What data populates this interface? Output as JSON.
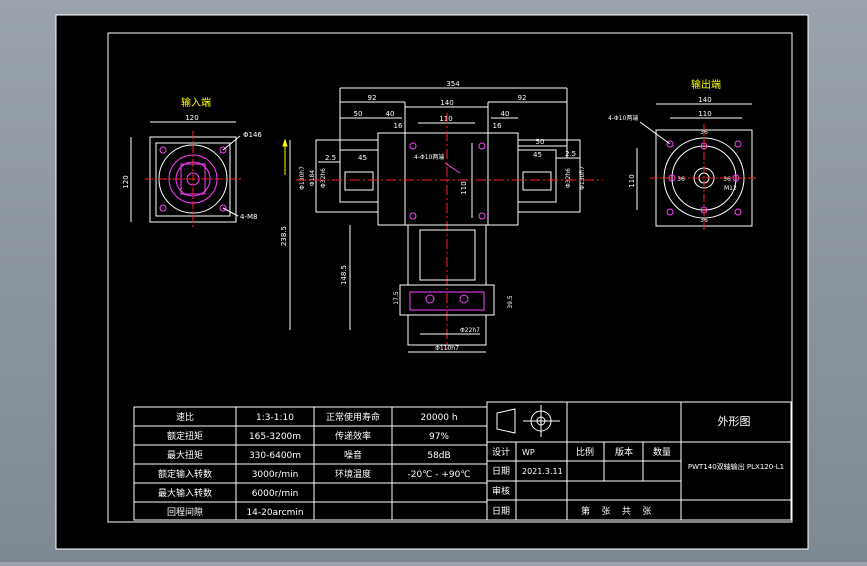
{
  "views": {
    "input": {
      "title": "输入端",
      "width": "120",
      "height": "120",
      "hole_circle": "Φ146",
      "holes": "4-M8"
    },
    "output": {
      "title": "输出端",
      "width": "140",
      "inner": "110",
      "height": "110",
      "holes": "4-Φ10两端",
      "thread": "M12",
      "hole_labels": [
        "36",
        "36",
        "36",
        "36"
      ]
    },
    "main": {
      "overall": "354",
      "dim_92_left": "92",
      "dim_140": "140",
      "dim_92_right": "92",
      "dim_50_left": "50",
      "dim_40_left": "40",
      "dim_16_left": "16",
      "dim_110_top": "110",
      "dim_16_right": "16",
      "dim_40_right": "40",
      "dim_50_right": "50",
      "dim_2_5_left": "2.5",
      "dim_45_left": "45",
      "dim_45_right": "45",
      "dim_2_5_right": "2.5",
      "holes_label": "4-Φ10两端",
      "dim_110_mid": "110",
      "shaft_left_1": "Φ130h7",
      "shaft_left_2": "Φ184",
      "shaft_left_3": "Φ32h6",
      "shaft_right_1": "Φ32h6",
      "shaft_right_2": "Φ130h7",
      "height_total": "238.5",
      "height_lower": "148.5",
      "dim_17_5": "17.5",
      "dim_39_5": "39.5",
      "shaft_bottom": "Φ22h7",
      "base_bottom": "Φ110h7"
    }
  },
  "specs": [
    [
      "速比",
      "1:3-1:10",
      "正常使用寿命",
      "20000 h"
    ],
    [
      "额定扭矩",
      "165-3200m",
      "传递效率",
      "97%"
    ],
    [
      "最大扭矩",
      "330-6400m",
      "噪音",
      "58dB"
    ],
    [
      "额定输入转数",
      "3000r/min",
      "环境温度",
      "-20℃ - +90℃"
    ],
    [
      "最大输入转数",
      "6000r/min",
      "",
      ""
    ],
    [
      "回程间隙",
      "14-20arcmin",
      "",
      ""
    ]
  ],
  "title_block": {
    "title": "外形图",
    "design_label": "设计",
    "design_value": "WP",
    "scale_label": "比例",
    "version_label": "版本",
    "qty_label": "数量",
    "date_label": "日期",
    "date_value": "2021.3.11",
    "model": "PWT140双轴输出 PLX120-L1",
    "review_label": "审核",
    "date2_label": "日期",
    "sheet": "第    张    共    张"
  },
  "colors": {
    "background": "#000000",
    "line": "#ffffff",
    "yellow": "#ffff00",
    "center": "#ff2020",
    "magenta": "#ff40ff",
    "green": "#00ff00"
  }
}
